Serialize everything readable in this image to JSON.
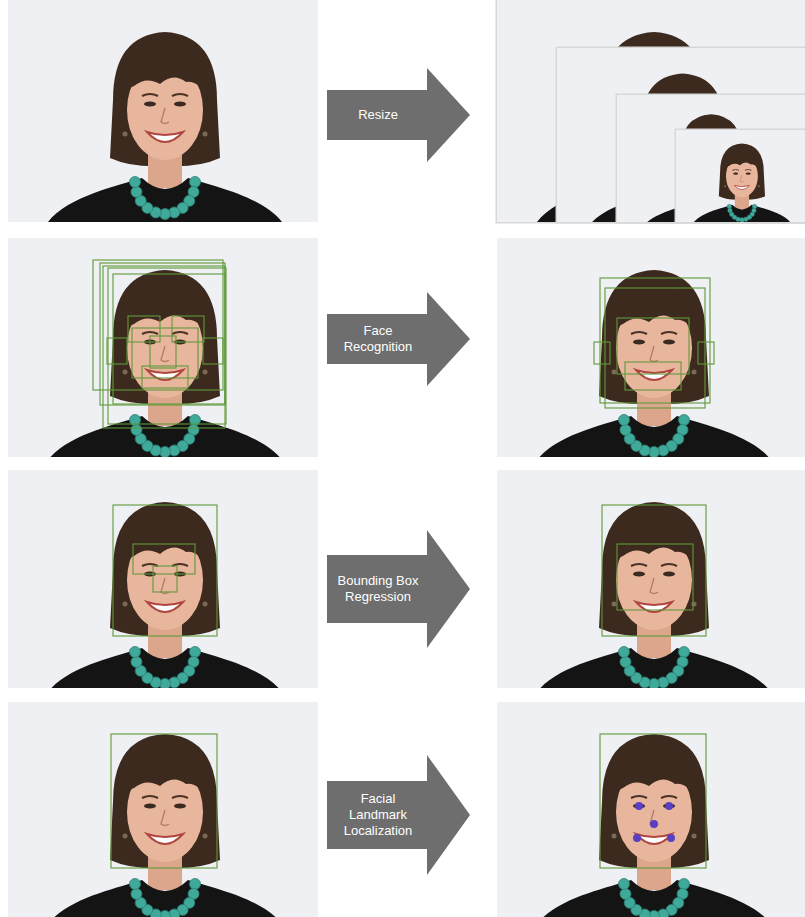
{
  "diagram": {
    "nodes": [
      {
        "text": [
          "Resize"
        ]
      },
      {
        "text": [
          "Face Recognition"
        ]
      },
      {
        "text": [
          "Bounding Box Regression"
        ]
      },
      {
        "text": [
          "Facial Landmark Localization"
        ]
      }
    ]
  }
}
